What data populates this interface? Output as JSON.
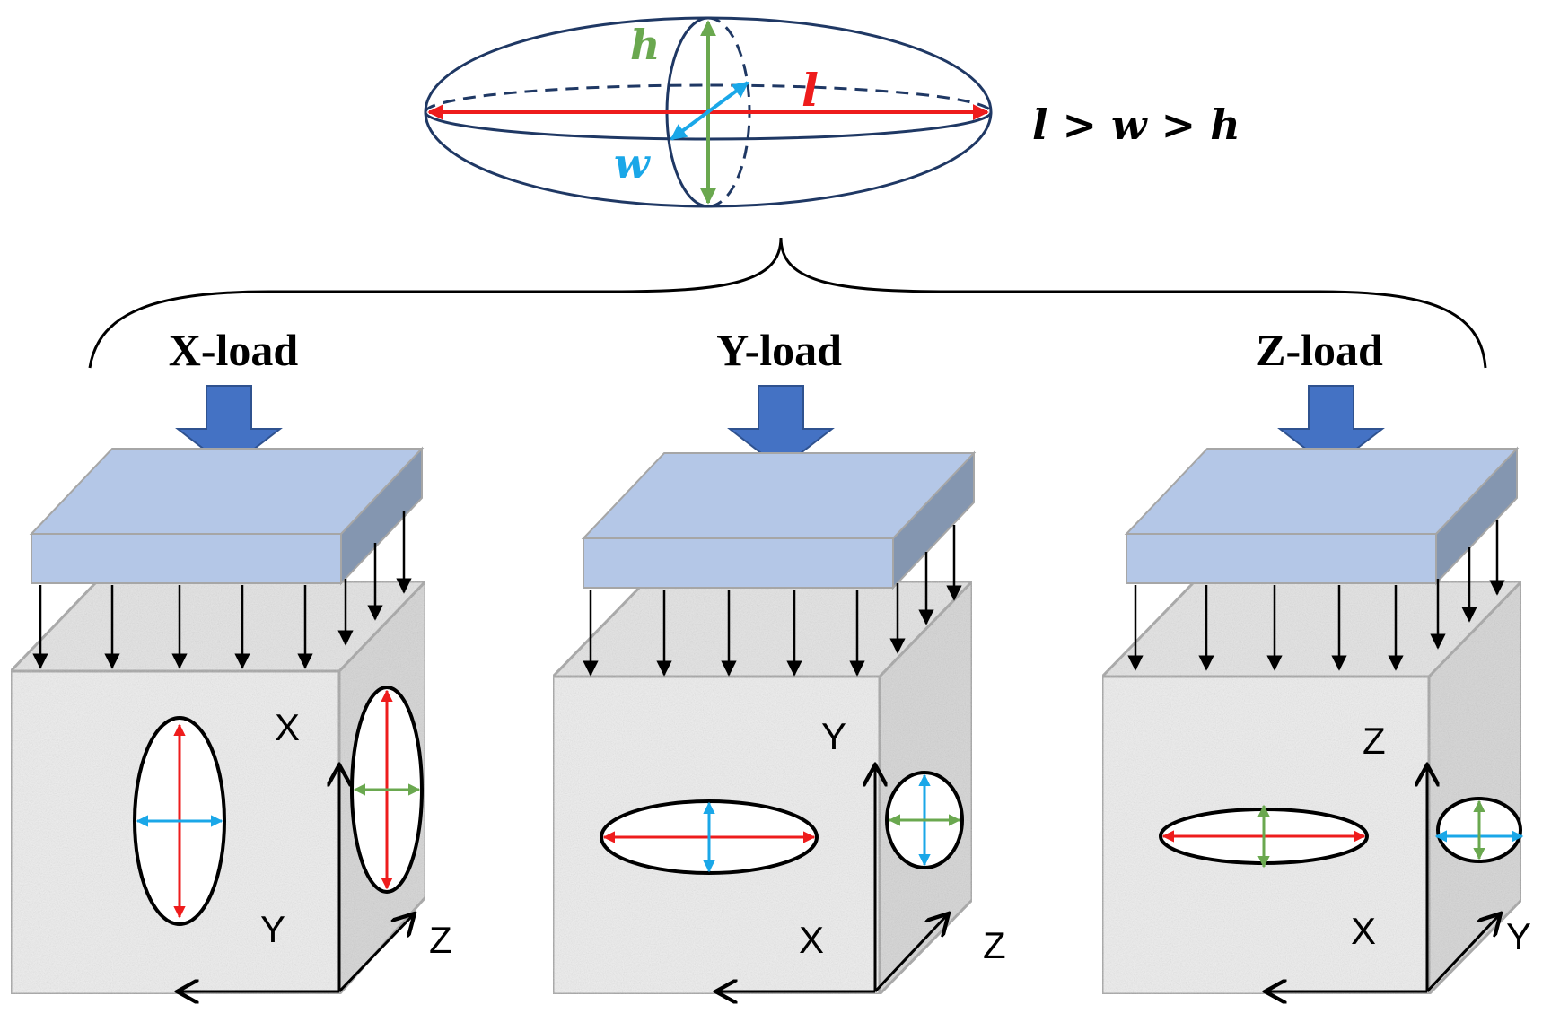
{
  "ellipsoid": {
    "l_label": "l",
    "w_label": "w",
    "h_label": "h",
    "relation": "l > w > h"
  },
  "panels": [
    {
      "load_label": "X-load",
      "front_vertical": "X",
      "front_horizontal": "Y",
      "depth_axis": "Z"
    },
    {
      "load_label": "Y-load",
      "front_vertical": "Y",
      "front_horizontal": "X",
      "depth_axis": "Z"
    },
    {
      "load_label": "Z-load",
      "front_vertical": "Z",
      "front_horizontal": "X",
      "depth_axis": "Y"
    }
  ],
  "colors": {
    "l": "#ee1c1c",
    "w": "#1aa7e8",
    "h": "#6aa84f",
    "outline": "#1f3864",
    "load_arrow": "#4472c4",
    "platen_top": "#b4c7e7",
    "platen_side": "#8496b0",
    "cube_face": "#eeeeee"
  }
}
